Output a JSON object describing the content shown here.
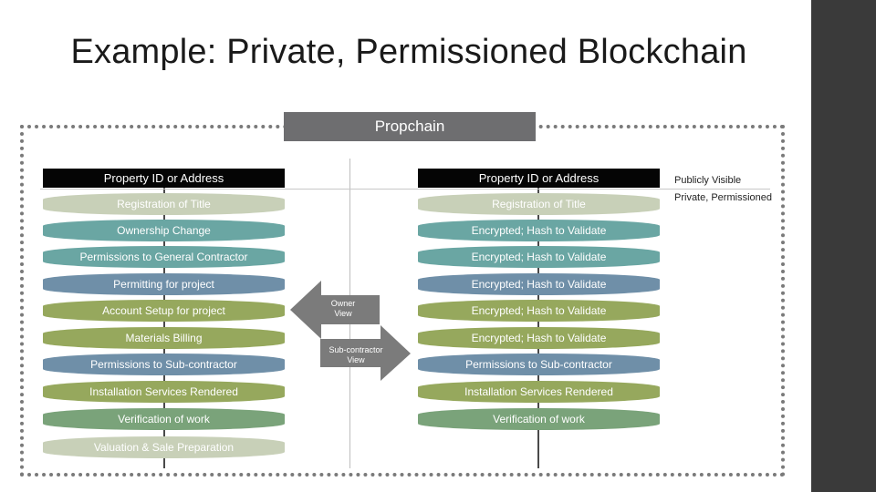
{
  "slide": {
    "title": "Example: Private, Permissioned Blockchain",
    "frame_title": "Propchain"
  },
  "header_left": "Property ID or Address",
  "header_right": "Property ID or Address",
  "legend": {
    "public": "Publicly Visible",
    "private": "Private, Permissioned"
  },
  "left_steps": [
    "Registration of Title",
    "Ownership Change",
    "Permissions to General Contractor",
    "Permitting for project",
    "Account Setup for project",
    "Materials Billing",
    "Permissions to Sub-contractor",
    "Installation Services Rendered",
    "Verification of work",
    "Valuation & Sale Preparation"
  ],
  "right_steps": [
    "Registration of Title",
    "Encrypted; Hash to Validate",
    "Encrypted; Hash to Validate",
    "Encrypted; Hash to Validate",
    "Encrypted; Hash to Validate",
    "Encrypted; Hash to Validate",
    "Permissions to Sub-contractor",
    "Installation Services Rendered",
    "Verification of work"
  ],
  "arrows": {
    "owner": "Owner View",
    "sub": "Sub-contractor View"
  },
  "colors": {
    "light": "#c8d0b8",
    "teal": "#6aa6a3",
    "steel": "#6f8fa8",
    "olive": "#96a85d",
    "sage": "#7aa37a",
    "arrow": "#7b7b7b"
  }
}
